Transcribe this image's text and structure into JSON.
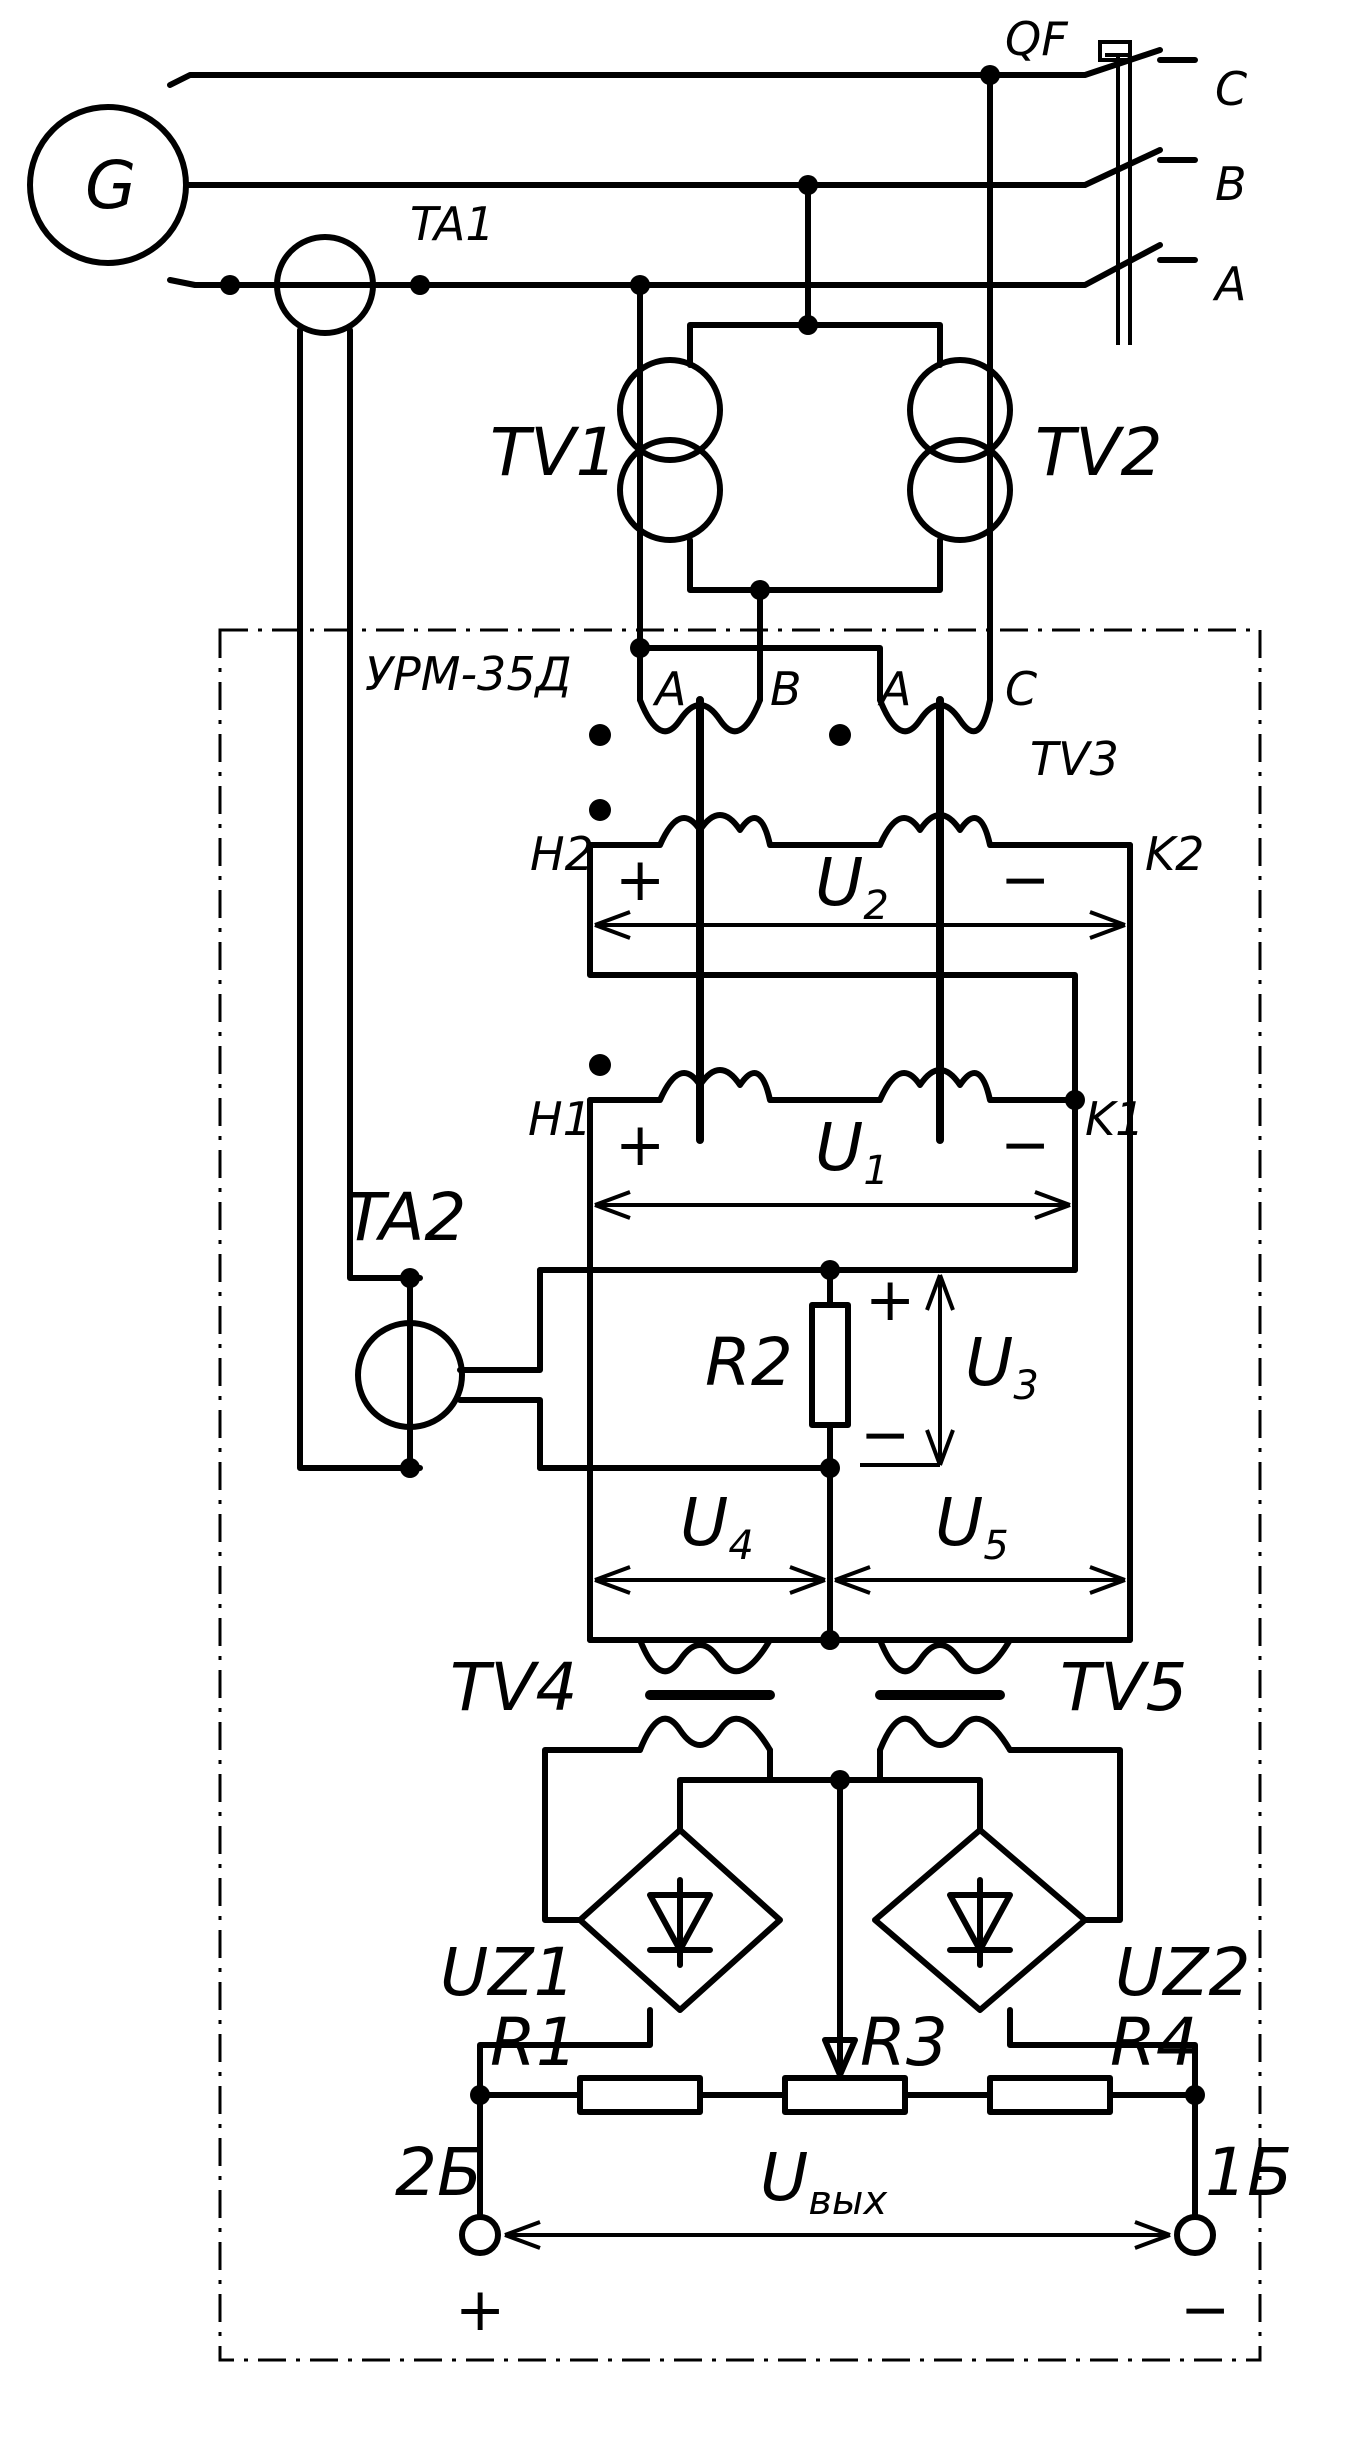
{
  "labels": {
    "generator": "G",
    "breaker": "QF",
    "phase_c": "C",
    "phase_b": "B",
    "phase_a": "A",
    "ta1": "TA1",
    "tv1": "TV1",
    "tv2": "TV2",
    "device": "УРМ-35Д",
    "tv3_a1": "A",
    "tv3_b": "B",
    "tv3_a2": "A",
    "tv3_c": "C",
    "tv3": "TV3",
    "h2": "H2",
    "k2": "K2",
    "u2": "U",
    "u2_sub": "2",
    "h1": "H1",
    "k1": "K1",
    "u1": "U",
    "u1_sub": "1",
    "ta2": "TA2",
    "r2": "R2",
    "u3": "U",
    "u3_sub": "3",
    "u4": "U",
    "u4_sub": "4",
    "u5": "U",
    "u5_sub": "5",
    "tv4": "TV4",
    "tv5": "TV5",
    "uz1": "UZ1",
    "uz2": "UZ2",
    "r1": "R1",
    "r3": "R3",
    "r4": "R4",
    "term_2b": "2Б",
    "term_1b": "1Б",
    "u_out": "U",
    "u_out_sub": "вых",
    "plus": "+",
    "minus": "−"
  }
}
